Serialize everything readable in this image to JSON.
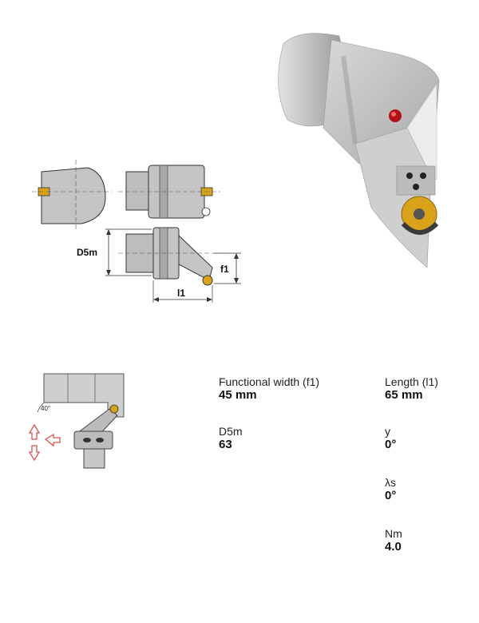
{
  "drawing": {
    "d5m_label": "D5m",
    "f1_label": "f1",
    "l1_label": "l1"
  },
  "setup": {
    "angle_label": "40°"
  },
  "specs": {
    "functional_width": {
      "label": "Functional width (f1)",
      "value": "45 mm"
    },
    "length": {
      "label": "Length (l1)",
      "value": "65 mm"
    },
    "d5m": {
      "label": "D5m",
      "value": "63"
    },
    "y": {
      "label": "y",
      "value": "0°"
    },
    "lambda_s": {
      "label": "λs",
      "value": "0°"
    },
    "nm": {
      "label": "Nm",
      "value": "4.0"
    }
  },
  "colors": {
    "insert_gold": "#d9a21b",
    "arrow_red": "#d9534f",
    "metal": "#c9c9c9"
  }
}
